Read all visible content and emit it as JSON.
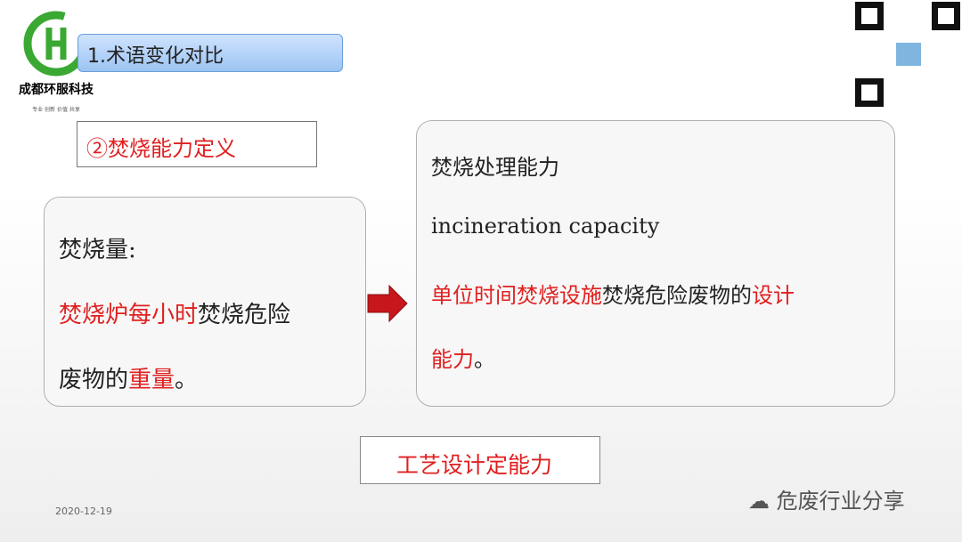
{
  "company": {
    "name": "成都环服科技",
    "slogan": "专业 创新 价值 共享"
  },
  "title": "1.术语变化对比",
  "section": "②焚烧能力定义",
  "left": {
    "h": "焚烧量:",
    "a": "焚烧炉每小时",
    "b": "焚烧危险",
    "c": "废物的",
    "d": "重量",
    "e": "。"
  },
  "right": {
    "zh": "焚烧处理能力",
    "en": "incineration capacity",
    "a": "单位时间焚烧设施",
    "b": "焚烧危险废物的",
    "c": "设计",
    "d": "能力",
    "e": "。"
  },
  "process": "工艺设计定能力",
  "date": "2020-12-19",
  "watermark": "危废行业分享"
}
